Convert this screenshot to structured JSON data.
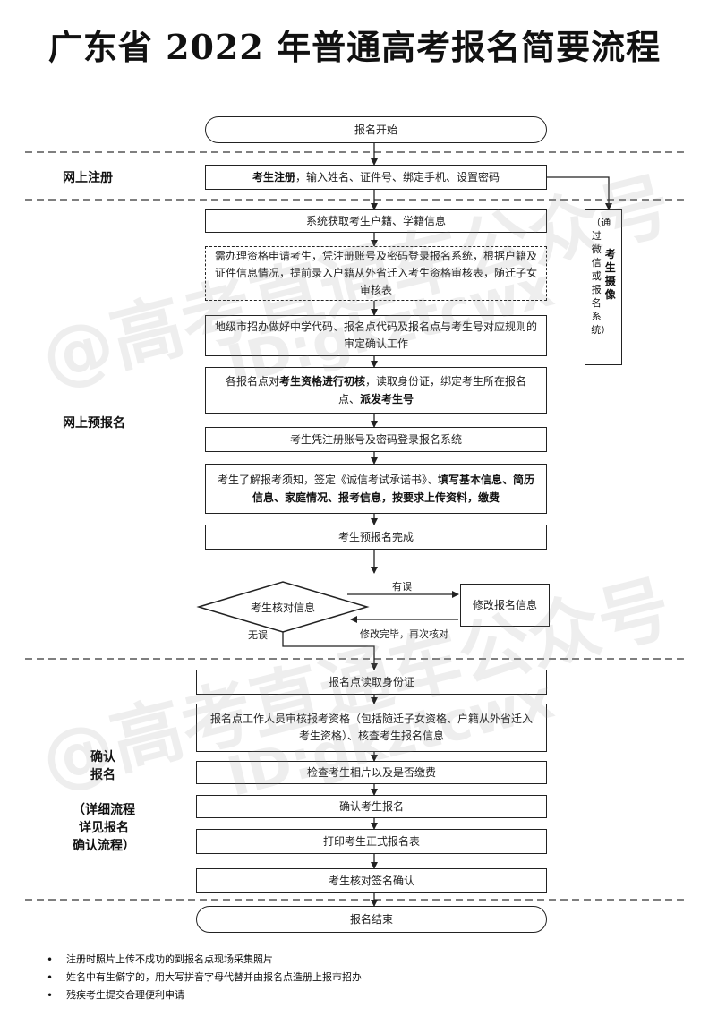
{
  "title": "广东省 2022 年普通高考报名简要流程",
  "sections": {
    "online_register": "网上注册",
    "online_prereg": "网上预报名",
    "confirm_line1": "确认",
    "confirm_line2": "报名",
    "confirm_note_line1": "（详细流程",
    "confirm_note_line2": "详见报名",
    "confirm_note_line3": "确认流程）"
  },
  "nodes": {
    "start": "报名开始",
    "register_bold": "考生注册",
    "register_rest": "，输入姓名、证件号、绑定手机、设置密码",
    "fetch_info": "系统获取考生户籍、学籍信息",
    "qualification": "需办理资格申请考生，凭注册账号及密码登录报名系统，根据户籍及证件信息情况，提前录入户籍从外省迁入考生资格审核表，随迁子女审核表",
    "city_codes": "地级市招办做好中学代码、报名点代码及报名点与考生号对应规则的审定确认工作",
    "review_1": "各报名点对",
    "review_bold_1": "考生资格进行初核",
    "review_2": "，读取身份证，绑定考生所在报名点、",
    "review_bold_2": "派发考生号",
    "login": "考生凭注册账号及密码登录报名系统",
    "fill_1": "考生了解报考须知，签定《诚信考试承诺书》、",
    "fill_bold_1": "填写基本信息、简历信息、家庭情况、报考信息，按要求上传资料，缴费",
    "prereg_done": "考生预报名完成",
    "check_info": "考生核对信息",
    "modify": "修改报名信息",
    "photo_col1": "（通过微信或报名系统）",
    "photo_col2": "考生摄像",
    "read_id": "报名点读取身份证",
    "staff_review": "报名点工作人员审核报考资格（包括随迁子女资格、户籍从外省迁入考生资格）、核查考生报名信息",
    "photo_fee": "检查考生相片以及是否缴费",
    "confirm": "确认考生报名",
    "print_form": "打印考生正式报名表",
    "sign": "考生核对签名确认",
    "end": "报名结束"
  },
  "edge_labels": {
    "has_error": "有误",
    "no_error": "无误",
    "recheck": "修改完毕，再次核对"
  },
  "notes": [
    "注册时照片上传不成功的到报名点现场采集照片",
    "姓名中有生僻字的，用大写拼音字母代替并由报名点造册上报市招办",
    "残疾考生提交合理便利申请"
  ],
  "watermark": {
    "text_1": "@高考直通车公众号",
    "text_2": "ID:gkztcwx"
  }
}
